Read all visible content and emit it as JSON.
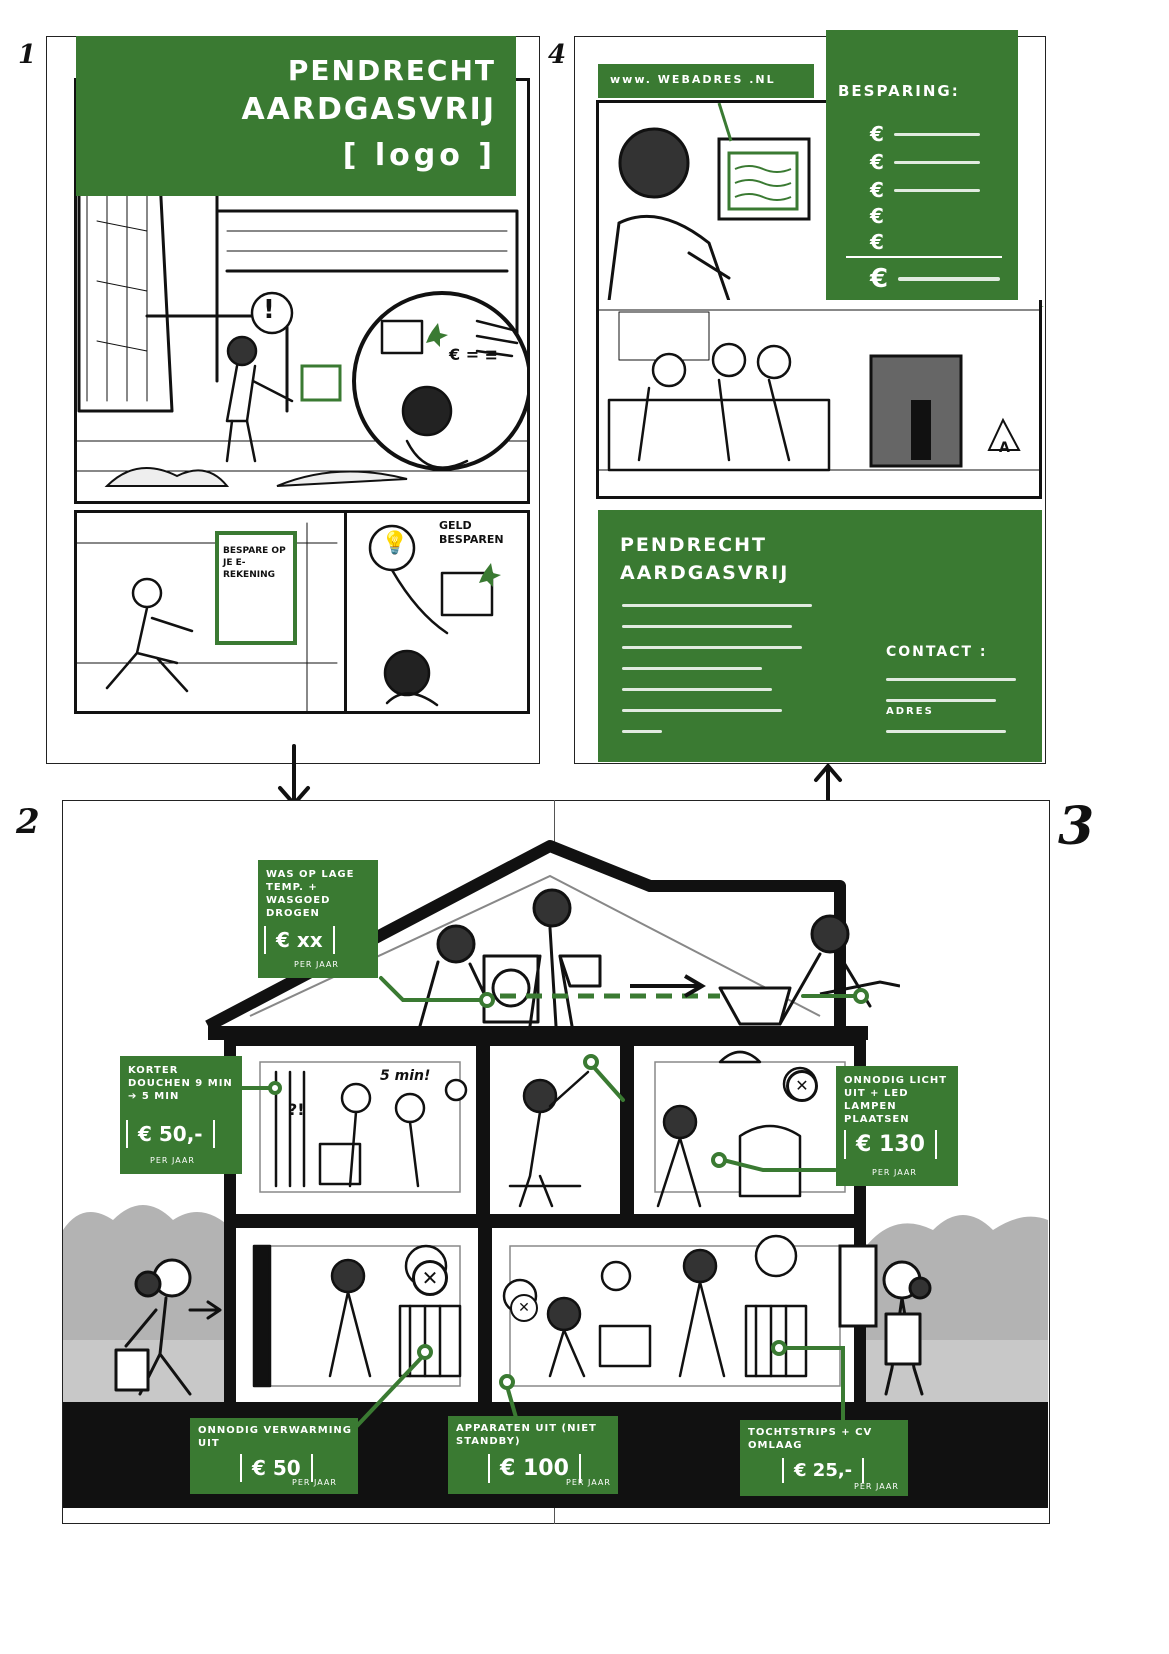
{
  "page_numbers": {
    "p1": "1",
    "p2": "2",
    "p3": "3",
    "p4": "4"
  },
  "page1": {
    "header_title_line1": "PENDRECHT",
    "header_title_line2": "AARDGASVRIJ",
    "logo_placeholder": "[ logo ]",
    "speech_exclaim": "!",
    "money_thought": "€ = ≡",
    "poster_text": "BESPARE OP JE E-REKENING",
    "bottom_right_title": "GELD BESPAREN"
  },
  "page4": {
    "web_address": "www. WEBADRES .NL",
    "savings_title": "BESPARING:",
    "savings_items": [
      "€",
      "€",
      "€",
      "€",
      "€"
    ],
    "savings_total": "€",
    "sign_letter": "A",
    "back_title_line1": "PENDRECHT",
    "back_title_line2": "AARDGASVRIJ",
    "contact_label": "CONTACT :",
    "address_label": "ADRES"
  },
  "spread": {
    "tip_laundry": {
      "caption": "WAS OP LAGE TEMP. + WASGOED DROGEN",
      "price": "€ xx",
      "per": "PER JAAR"
    },
    "tip_shower": {
      "caption": "KORTER DOUCHEN 9 MIN ➔ 5 MIN",
      "price": "€ 50,-",
      "per": "PER JAAR"
    },
    "tip_light": {
      "caption": "ONNODIG LICHT UIT + LED LAMPEN PLAATSEN",
      "price": "€ 130",
      "per": "PER JAAR"
    },
    "tip_heating": {
      "caption": "ONNODIG VERWARMING UIT",
      "price": "€ 50",
      "per": "PER JAAR"
    },
    "tip_devices": {
      "caption": "APPARATEN UIT (NIET STANDBY)",
      "price": "€ 100",
      "per": "PER JAAR"
    },
    "tip_draft": {
      "caption": "TOCHTSTRIPS + CV OMLAAG",
      "price": "€ 25,-",
      "per": "PER JAAR"
    },
    "shower_timer": "5 min!",
    "question": "?!"
  },
  "colors": {
    "accent_green": "#3a7a32",
    "ink": "#111111",
    "bg_gray": "#b3b3b3"
  }
}
